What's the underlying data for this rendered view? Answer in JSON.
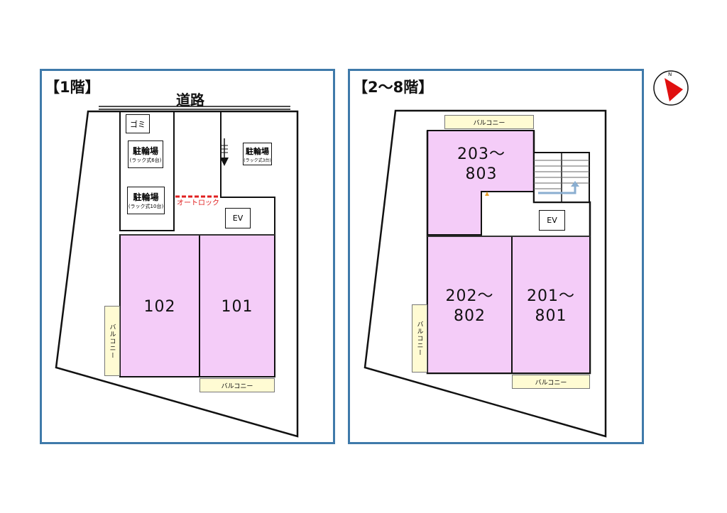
{
  "floor1": {
    "title": "【1階】",
    "road": "道路",
    "garbage": "ゴミ",
    "bike1": {
      "label": "駐輪場",
      "note": "(ラック式6台)"
    },
    "bike2": {
      "label": "駐輪場",
      "note": "(ラック式10台)"
    },
    "bike3": {
      "label": "駐輪場",
      "note": "(ラック式3台)"
    },
    "autolock": "オートロック",
    "ev": "EV",
    "units": [
      "102",
      "101"
    ],
    "balcony_v": "バルコニー",
    "balcony_h": "バルコニー"
  },
  "floor2": {
    "title": "【2〜8階】",
    "ev": "EV",
    "unit_top": "203〜\n803",
    "unit_left": "202〜\n802",
    "unit_right": "201〜\n801",
    "balcony_top": "バルコニー",
    "balcony_v": "バルコニー",
    "balcony_bottom": "バルコニー"
  },
  "compass": {
    "letter": "N",
    "icon": "compass-icon"
  },
  "colors": {
    "unit_fill": "#f4ccf8",
    "balcony_fill": "#fffbd3",
    "frame": "#3f7aaa",
    "autolock": "#e02020",
    "compass_red": "#e01010"
  }
}
